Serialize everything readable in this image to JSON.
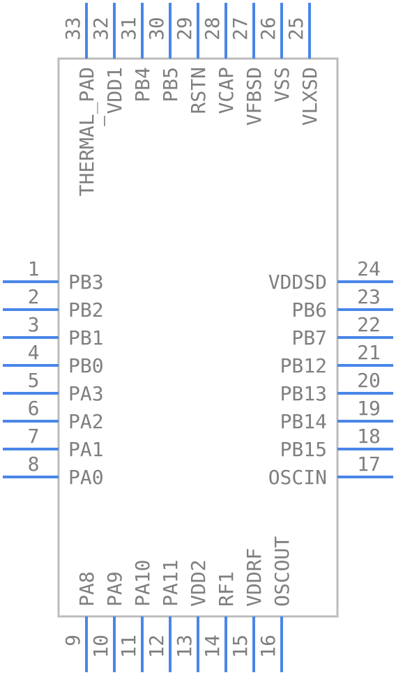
{
  "chip": {
    "left_pins": [
      {
        "num": "1",
        "name": "PB3"
      },
      {
        "num": "2",
        "name": "PB2"
      },
      {
        "num": "3",
        "name": "PB1"
      },
      {
        "num": "4",
        "name": "PB0"
      },
      {
        "num": "5",
        "name": "PA3"
      },
      {
        "num": "6",
        "name": "PA2"
      },
      {
        "num": "7",
        "name": "PA1"
      },
      {
        "num": "8",
        "name": "PA0"
      }
    ],
    "bottom_pins": [
      {
        "num": "9",
        "name": "PA8"
      },
      {
        "num": "10",
        "name": "PA9"
      },
      {
        "num": "11",
        "name": "PA10"
      },
      {
        "num": "12",
        "name": "PA11"
      },
      {
        "num": "13",
        "name": "VDD2"
      },
      {
        "num": "14",
        "name": "RF1"
      },
      {
        "num": "15",
        "name": "VDDRF"
      },
      {
        "num": "16",
        "name": "OSCOUT"
      }
    ],
    "right_pins": [
      {
        "num": "17",
        "name": "OSCIN"
      },
      {
        "num": "18",
        "name": "PB15"
      },
      {
        "num": "19",
        "name": "PB14"
      },
      {
        "num": "20",
        "name": "PB13"
      },
      {
        "num": "21",
        "name": "PB12"
      },
      {
        "num": "22",
        "name": "PB7"
      },
      {
        "num": "23",
        "name": "PB6"
      },
      {
        "num": "24",
        "name": "VDDSD"
      }
    ],
    "top_pins": [
      {
        "num": "25",
        "name": "VLXSD"
      },
      {
        "num": "26",
        "name": "VSS"
      },
      {
        "num": "27",
        "name": "VFBSD"
      },
      {
        "num": "28",
        "name": "VCAP"
      },
      {
        "num": "29",
        "name": "RSTN"
      },
      {
        "num": "30",
        "name": "PB5"
      },
      {
        "num": "31",
        "name": "PB4"
      },
      {
        "num": "32",
        "name": "VDD1",
        "overline": true
      },
      {
        "num": "33",
        "name": "THERMAL_PAD"
      }
    ]
  },
  "colors": {
    "pin": "#4a86e8",
    "outline": "#bcbcbc",
    "text": "#7f7f7f"
  }
}
